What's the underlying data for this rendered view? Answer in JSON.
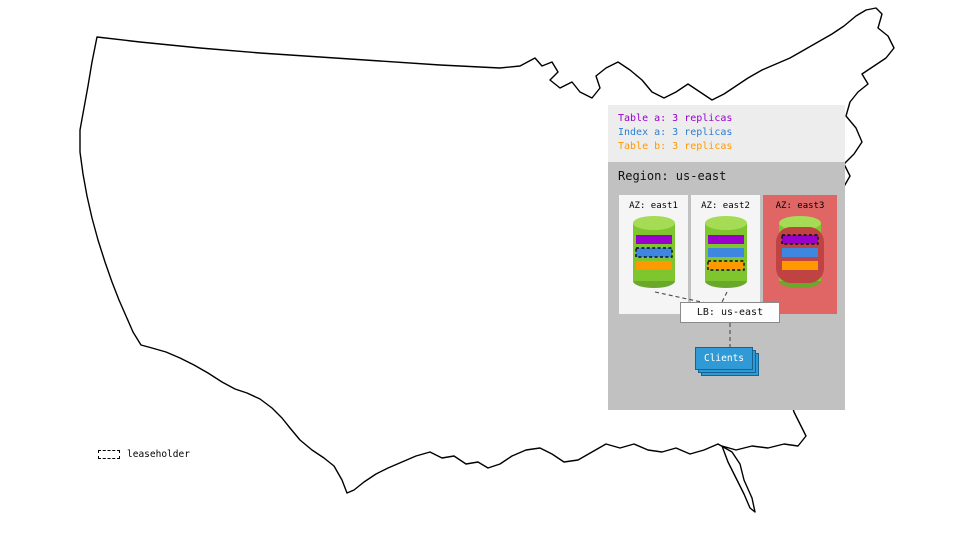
{
  "replica_legend": {
    "items": [
      {
        "id": "table-a",
        "label": "Table a: 3 replicas",
        "color": "#9900cc"
      },
      {
        "id": "index-a",
        "label": "Index a: 3 replicas",
        "color": "#2d7dd2"
      },
      {
        "id": "table-b",
        "label": "Table b: 3 replicas",
        "color": "#ff9900"
      }
    ]
  },
  "region": {
    "title": "Region: us-east",
    "zones": [
      {
        "label": "AZ: east1",
        "status": "up",
        "replicas": [
          {
            "name": "Table a",
            "color": "#9900cc",
            "leaseholder": false
          },
          {
            "name": "Index a",
            "color": "#3f86e0",
            "leaseholder": true
          },
          {
            "name": "Table b",
            "color": "#ff9900",
            "leaseholder": false
          }
        ]
      },
      {
        "label": "AZ: east2",
        "status": "up",
        "replicas": [
          {
            "name": "Table a",
            "color": "#9900cc",
            "leaseholder": false
          },
          {
            "name": "Index a",
            "color": "#3f86e0",
            "leaseholder": false
          },
          {
            "name": "Table b",
            "color": "#ff9900",
            "leaseholder": true
          }
        ]
      },
      {
        "label": "AZ: east3",
        "status": "down",
        "replicas": [
          {
            "name": "Table a",
            "color": "#9900cc",
            "leaseholder": true
          },
          {
            "name": "Index a",
            "color": "#3f86e0",
            "leaseholder": false
          },
          {
            "name": "Table b",
            "color": "#ff9900",
            "leaseholder": false
          }
        ]
      }
    ],
    "load_balancer": {
      "label": "LB: us-east"
    },
    "clients": {
      "label": "Clients"
    }
  },
  "map_legend": {
    "leaseholder_label": "leaseholder"
  },
  "colors": {
    "legend_bg": "#ededed",
    "region_bg": "#c1c1c1",
    "zone_up_bg": "#f5f5f5",
    "zone_down_bg": "#e06666",
    "zone_down_overlay": "#bf4342",
    "cylinder_body": "#7fc62e",
    "clients_bg": "#2f9ad6"
  }
}
